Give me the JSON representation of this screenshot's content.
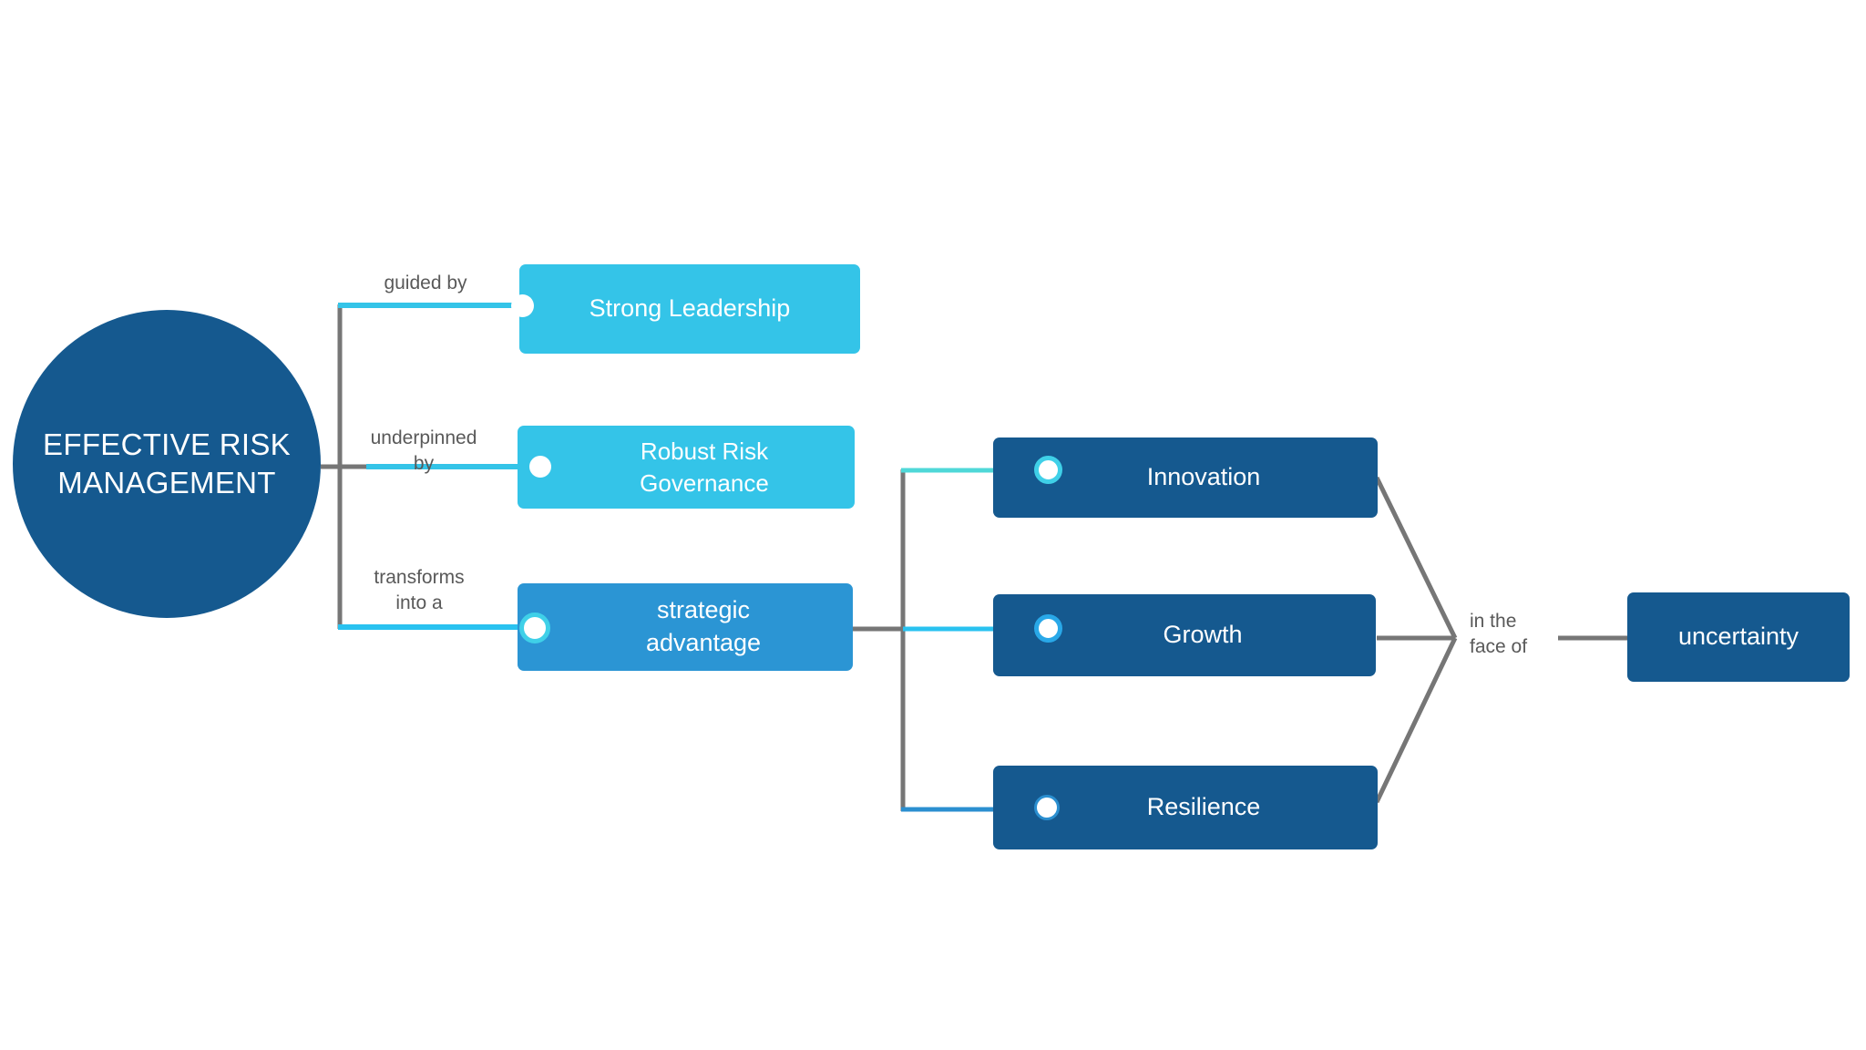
{
  "diagram": {
    "title_node": {
      "text": "EFFECTIVE RISK MANAGEMENT"
    },
    "branch_labels": {
      "guided_by": "guided by",
      "underpinned_by": "underpinned\nby",
      "transforms_into_a": "transforms\ninto a",
      "in_the_face_of": "in the\nface of"
    },
    "level1_nodes": [
      {
        "id": "strong-leadership",
        "text": "Strong Leadership"
      },
      {
        "id": "robust-risk-governance",
        "text": "Robust Risk\nGovernance"
      },
      {
        "id": "strategic-advantage",
        "text": "strategic\nadvantage"
      }
    ],
    "level2_nodes": [
      {
        "id": "innovation",
        "text": "Innovation"
      },
      {
        "id": "growth",
        "text": "Growth"
      },
      {
        "id": "resilience",
        "text": "Resilience"
      }
    ],
    "level3_nodes": [
      {
        "id": "uncertainty",
        "text": "uncertainty"
      }
    ],
    "colors": {
      "navy": "#15598f",
      "cyan": "#34c4e8",
      "blue": "#2b95d4",
      "teal_connector": "#3fd0e8",
      "trunk_gray": "#767676",
      "label_gray": "#595959",
      "background": "#ffffff",
      "node_text": "#ffffff"
    }
  }
}
